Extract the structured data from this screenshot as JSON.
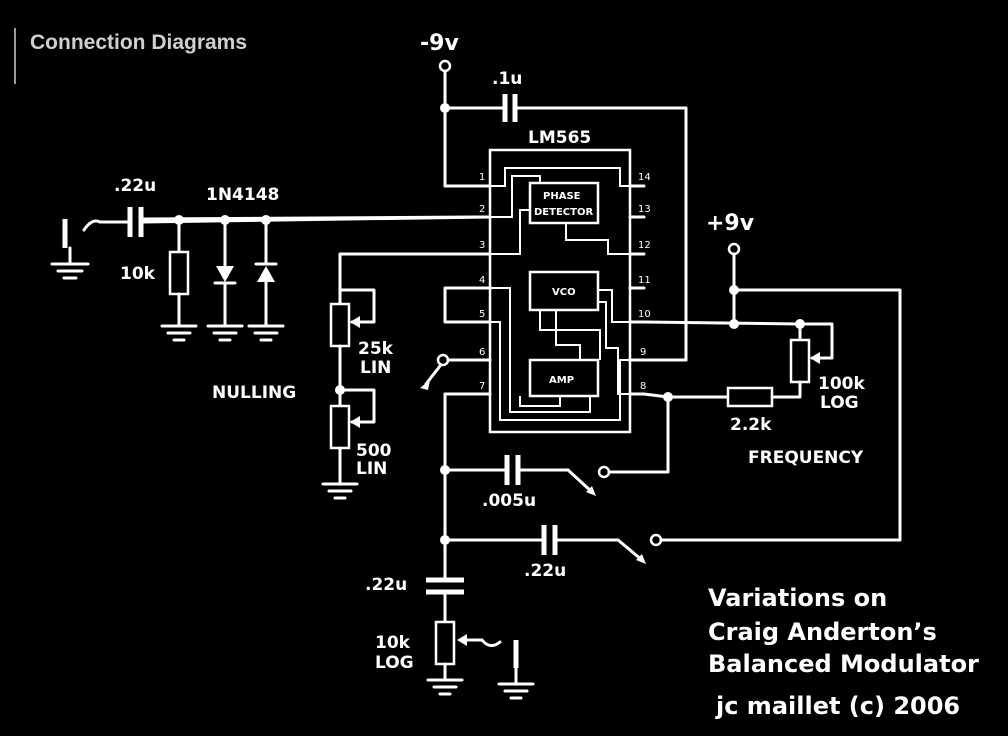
{
  "header": {
    "title": "Connection Diagrams"
  },
  "supplies": {
    "negative": "-9v",
    "positive": "+9v"
  },
  "ic": {
    "name": "LM565",
    "blocks": {
      "phase_detector_1": "PHASE",
      "phase_detector_2": "DETECTOR",
      "vco": "VCO",
      "amp": "AMP"
    },
    "pins_left": [
      "1",
      "2",
      "3",
      "4",
      "5",
      "6",
      "7"
    ],
    "pins_right": [
      "14",
      "13",
      "12",
      "11",
      "10",
      "9",
      "8"
    ]
  },
  "components": {
    "cap_supply": ".1u",
    "cap_input": ".22u",
    "diode": "1N4148",
    "res_input": "10k",
    "pot_null_1_value": "25k",
    "pot_null_1_taper": "LIN",
    "pot_null_2_value": "500",
    "pot_null_2_taper": "LIN",
    "nulling": "NULLING",
    "pot_freq_value": "100k",
    "pot_freq_taper": "LOG",
    "res_freq": "2.2k",
    "frequency": "FREQUENCY",
    "cap_range_1": ".005u",
    "cap_range_2": ".22u",
    "cap_output": ".22u",
    "pot_out_value": "10k",
    "pot_out_taper": "LOG"
  },
  "credits": {
    "line1": "Variations on",
    "line2": "Craig Anderton’s",
    "line3": "Balanced Modulator",
    "line4": "jc maillet (c) 2006"
  }
}
